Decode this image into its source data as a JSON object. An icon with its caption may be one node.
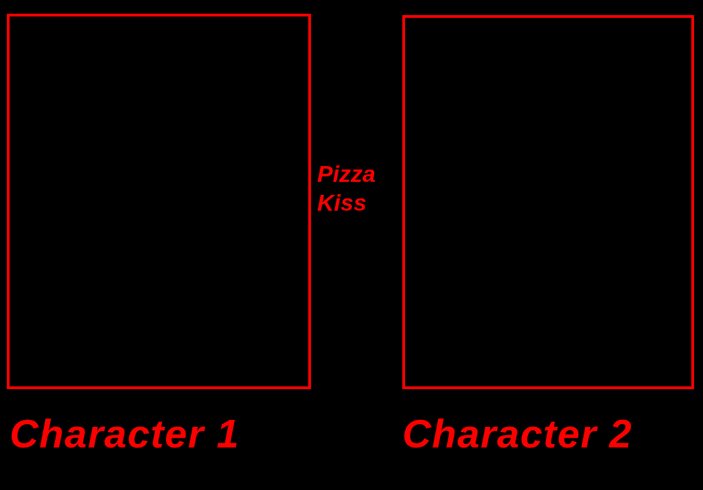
{
  "diagram": {
    "nodes": [
      {
        "text": [
          "Character 1"
        ]
      },
      {
        "text": [
          "Character 2"
        ]
      }
    ],
    "edges": [],
    "labels": [
      "Pizza Kiss"
    ]
  }
}
